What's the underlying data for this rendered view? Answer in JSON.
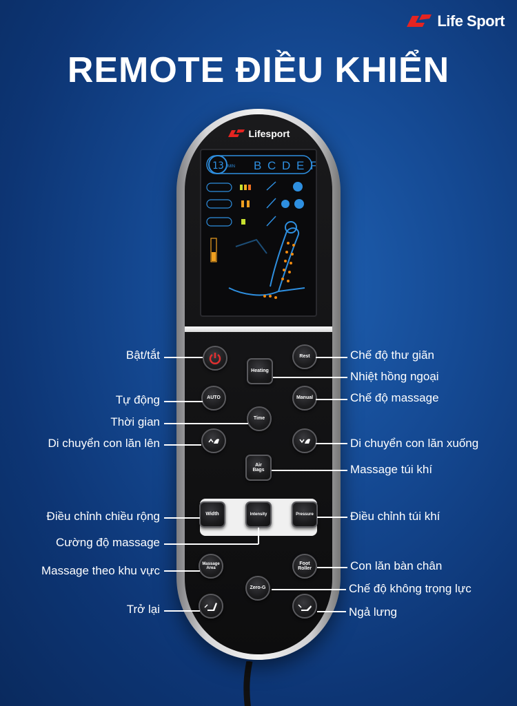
{
  "brand": {
    "name": "Life Sport",
    "accent": "#e52421"
  },
  "title": "REMOTE ĐIỀU KHIỂN",
  "remote": {
    "brand_name": "Lifesport",
    "screen": {
      "timer": "13",
      "timer_unit": "MIN",
      "modes": "B C D E F"
    },
    "buttons": {
      "power": "power-icon",
      "rest": "Rest",
      "heating": "Heating",
      "auto": "AUTO",
      "manual": "Manual",
      "time": "Time",
      "roller_up": "roller-up-icon",
      "roller_down": "roller-down-icon",
      "air_bags": "Air Bags",
      "width": "Width",
      "intensity": "Intensity",
      "pressure": "Pressure",
      "massage_area": "Massage Area",
      "foot_roller": "Foot Roller",
      "zero_g": "Zero-G",
      "back": "recline-up-icon",
      "recline": "recline-down-icon"
    }
  },
  "labels": {
    "power": "Bật/tắt",
    "auto": "Tự động",
    "time": "Thời gian",
    "roller_up": "Di chuyển con lăn lên",
    "width": "Điều chỉnh chiều rộng",
    "intensity": "Cường độ massage",
    "massage_area": "Massage theo khu vực",
    "back": "Trở lại",
    "rest": "Chế độ thư giãn",
    "heating": "Nhiệt hồng ngoại",
    "manual": "Chế độ massage",
    "roller_down": "Di chuyển con lăn xuống",
    "air_bags": "Massage túi khí",
    "pressure": "Điều chỉnh túi khí",
    "foot_roller": "Con lăn bàn chân",
    "zero_g": "Chế độ không trọng lực",
    "recline": "Ngả lưng"
  }
}
